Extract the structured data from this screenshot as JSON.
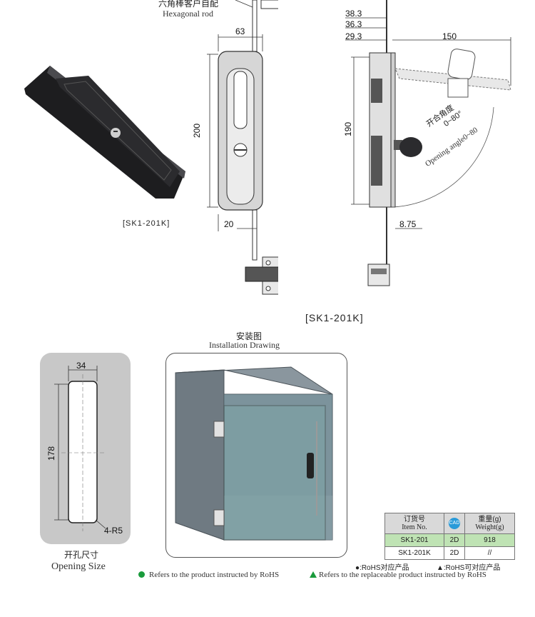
{
  "header": {
    "rod_label_cn": "六角棒客户自配",
    "rod_label_en": "Hexagonal rod"
  },
  "front_view": {
    "width_dim": "63",
    "height_dim": "200",
    "bottom_dim": "20"
  },
  "side_view": {
    "dims": [
      "38.3",
      "36.3",
      "29.3"
    ],
    "swing_dim": "150",
    "height_dim": "190",
    "bottom_dim": "8.75",
    "angle_cn": "开合角度",
    "angle_value": "0~80°",
    "angle_en": "Opening angle0~80"
  },
  "product_photo": {
    "caption": "[SK1-201K]"
  },
  "drawing_caption": "[SK1-201K]",
  "cutout": {
    "width_dim": "34",
    "height_dim": "178",
    "radius_label": "4-R5",
    "title_cn": "开孔尺寸",
    "title_en": "Opening Size"
  },
  "installation": {
    "title_cn": "安装图",
    "title_en": "Installation Drawing"
  },
  "spec_table": {
    "headers": {
      "item_cn": "订货号",
      "item_en": "Item No.",
      "cad": "CAD",
      "weight_cn": "重量(g)",
      "weight_en": "Weight(g)"
    },
    "rows": [
      {
        "item": "SK1-201",
        "cad": "2D",
        "weight": "918"
      },
      {
        "item": "SK1-201K",
        "cad": "2D",
        "weight": "//"
      }
    ]
  },
  "legend": {
    "rohs_cn": "●:RoHS对应产品",
    "replace_cn": "▲:RoHS可对应产品",
    "rohs_en": "Refers to the product instructed by RoHS",
    "replace_en": "Refers to the replaceable product instructed by RoHS"
  },
  "colors": {
    "rohs_green": "#1a9b3c",
    "table_green": "#bfe3b4",
    "cad_blue": "#2a9bd9",
    "handle_black": "#1d1d1f"
  }
}
